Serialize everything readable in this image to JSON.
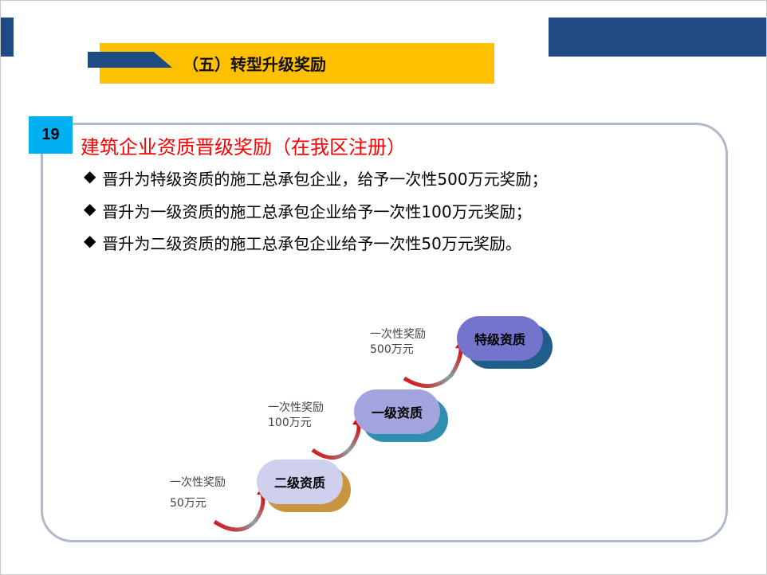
{
  "header": {
    "section_title": "（五）转型升级奖励"
  },
  "item": {
    "number": "19",
    "title": "建筑企业资质晋级奖励（在我区注册）"
  },
  "bullets": [
    {
      "marker": "◆",
      "text": "晋升为特级资质的施工总承包企业，给予一次性500万元奖励；"
    },
    {
      "marker": "◆",
      "text": "晋升为一级资质的施工总承包企业给予一次性100万元奖励；"
    },
    {
      "marker": "◆",
      "text": "晋升为二级资质的施工总承包企业给予一次性50万元奖励。"
    }
  ],
  "steps": [
    {
      "label": "二级资质",
      "reward_line1": "一次性奖励",
      "reward_line2": "50万元",
      "color": "#cfd0ee",
      "shadow": "#c8963e"
    },
    {
      "label": "一级资质",
      "reward_line1": "一次性奖励",
      "reward_line2": "100万元",
      "color": "#a3a3de",
      "shadow": "#2e8fb0"
    },
    {
      "label": "特级资质",
      "reward_line1": "一次性奖励",
      "reward_line2": "500万元",
      "color": "#7474cc",
      "shadow": "#1f5e8c"
    }
  ]
}
